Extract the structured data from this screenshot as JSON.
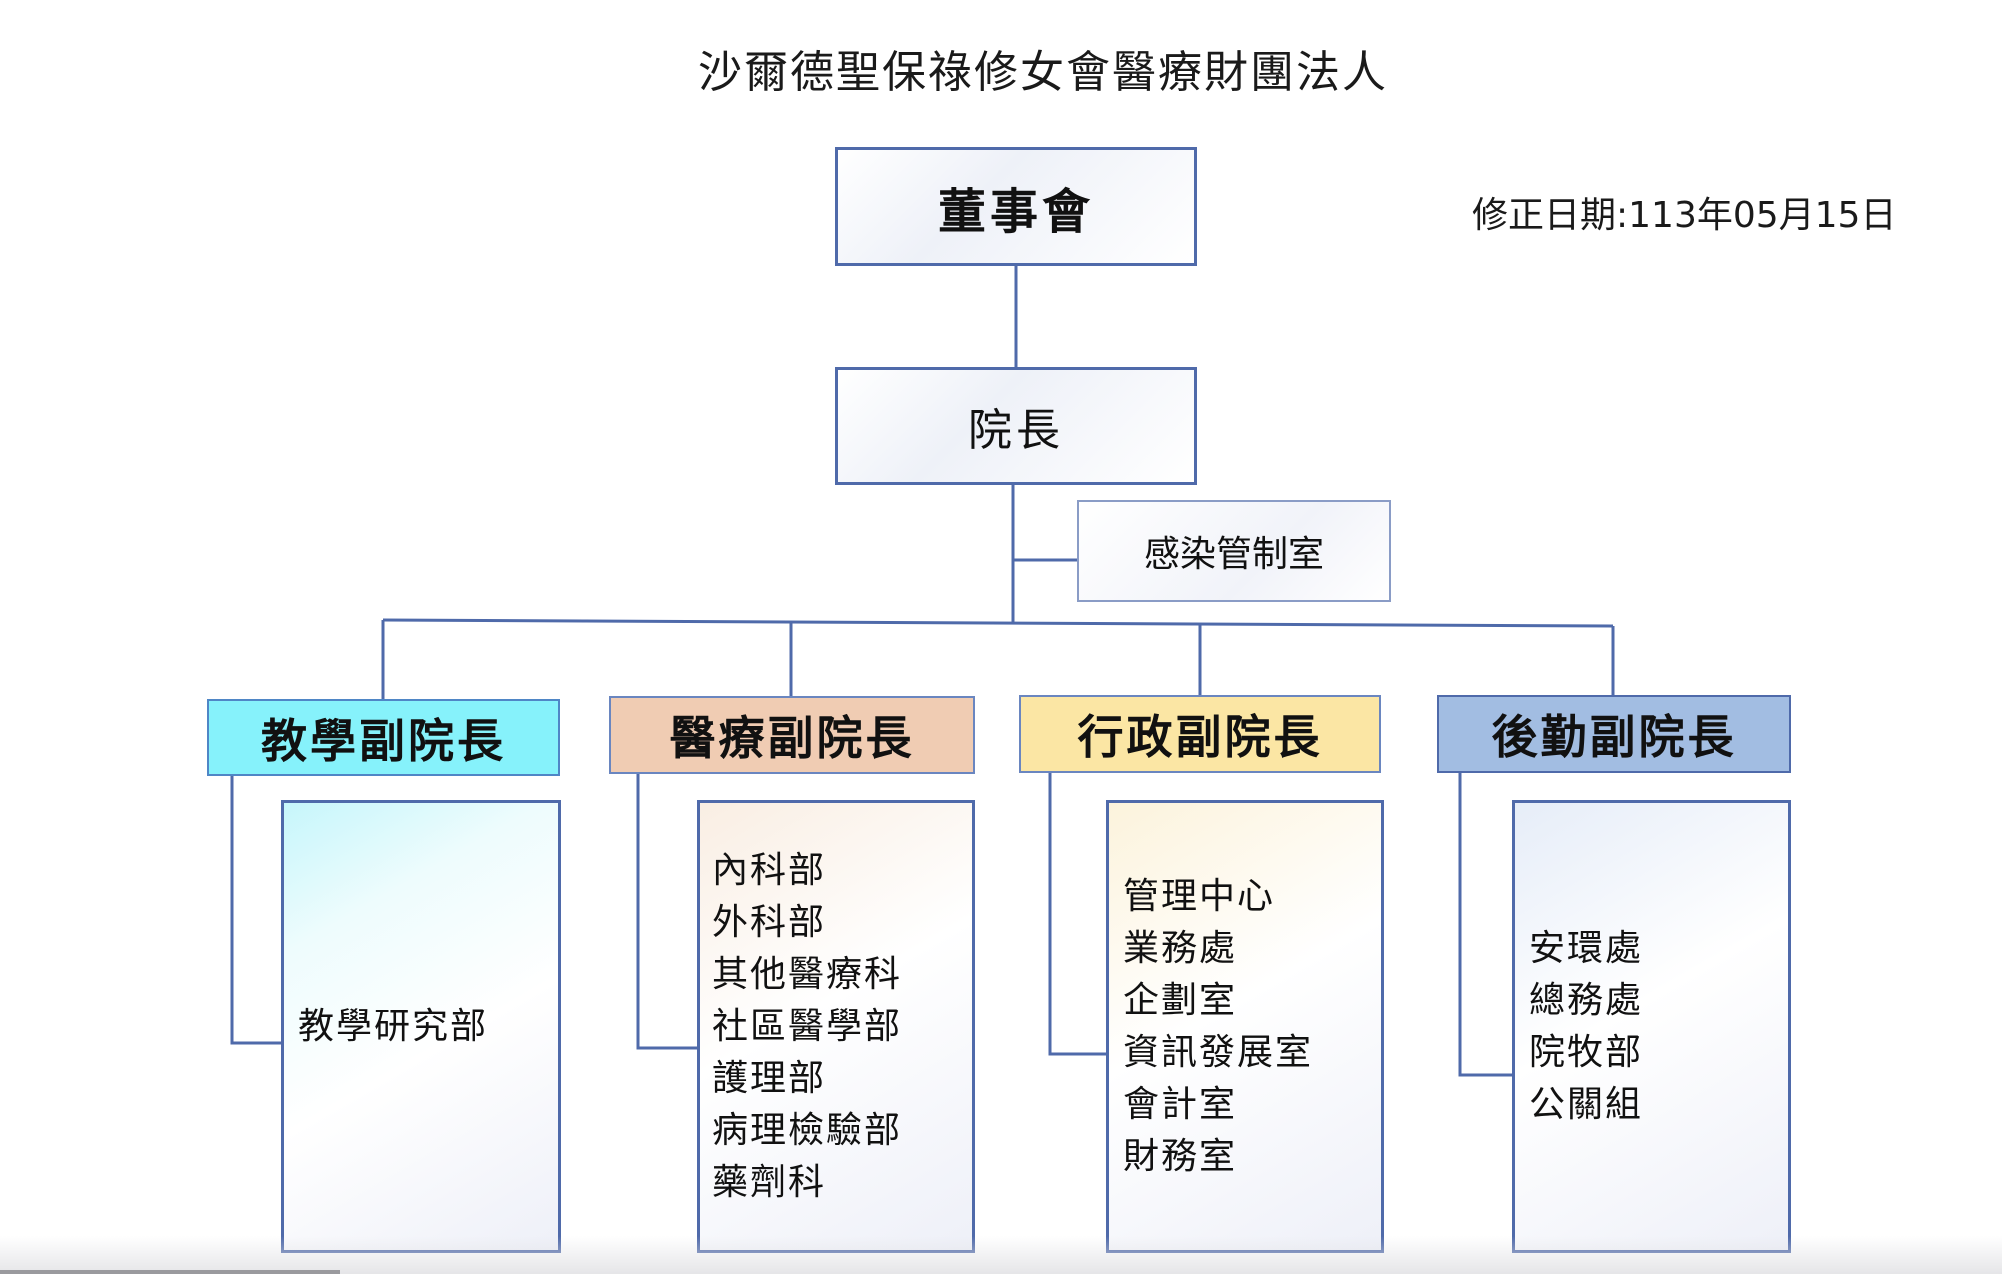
{
  "title": "沙爾德聖保祿修女會醫療財團法人",
  "revision_date": "修正日期:113年05月15日",
  "board": "董事會",
  "president": "院長",
  "infection_control": "感染管制室",
  "vice_presidents": [
    {
      "label": "教學副院長",
      "color": "#86f2fb",
      "departments": [
        "教學研究部"
      ]
    },
    {
      "label": "醫療副院長",
      "color": "#f0ccb3",
      "departments": [
        "內科部",
        "外科部",
        "其他醫療科",
        "社區醫學部",
        "護理部",
        "病理檢驗部",
        "藥劑科"
      ]
    },
    {
      "label": "行政副院長",
      "color": "#fbe6a4",
      "departments": [
        "管理中心",
        "業務處",
        "企劃室",
        "資訊發展室",
        "會計室",
        "財務室"
      ]
    },
    {
      "label": "後勤副院長",
      "color": "#a2bde2",
      "departments": [
        "安環處",
        "總務處",
        "院牧部",
        "公關組"
      ]
    }
  ],
  "line_color": "#4f6aaa"
}
